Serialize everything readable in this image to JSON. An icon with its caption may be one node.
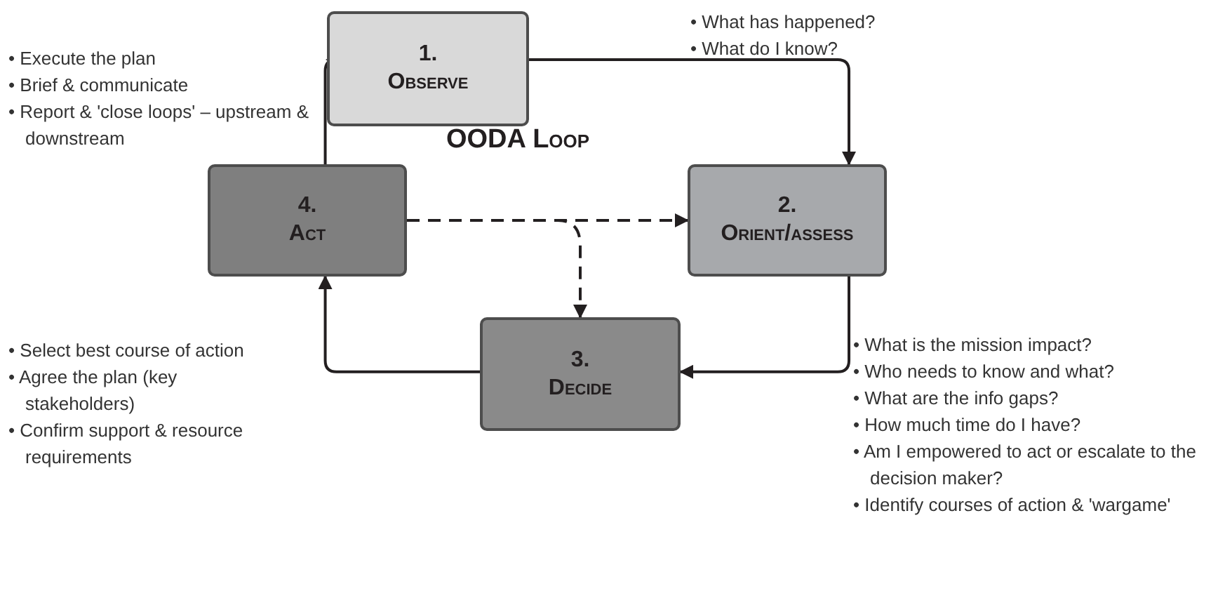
{
  "diagram": {
    "title": "OODA Loop",
    "nodes": [
      {
        "text": [
          "1.",
          "Observe"
        ]
      },
      {
        "text": [
          "2.",
          "Orient/assess"
        ]
      },
      {
        "text": [
          "3.",
          "Decide"
        ]
      },
      {
        "text": [
          "4.",
          "Act"
        ]
      }
    ],
    "edges": [
      {
        "from": 0,
        "to": 1,
        "arrow": "to"
      },
      {
        "from": 1,
        "to": 2,
        "arrow": "to"
      },
      {
        "from": 2,
        "to": 3,
        "arrow": "to"
      },
      {
        "from": 3,
        "to": 0,
        "arrow": "to"
      },
      {
        "from": 3,
        "to": 1,
        "arrow": "to",
        "style": "dashed"
      },
      {
        "from": 3,
        "to": 2,
        "arrow": "to",
        "style": "dashed"
      }
    ],
    "labels": [
      "• What has happened?",
      "• What do I know?",
      "• Execute the plan",
      "• Brief & communicate",
      "• Report & 'close loops' – upstream & downstream",
      "• Select best course of action",
      "• Agree the plan (key stakeholders)",
      "• Confirm support & resource requirements",
      "• What is the mission impact?",
      "• Who needs to know and what?",
      "• What are the info gaps?",
      "• How much time do I have?",
      "• Am I empowered to act or escalate to the decision maker?",
      "• Identify courses of action & 'wargame'"
    ]
  }
}
